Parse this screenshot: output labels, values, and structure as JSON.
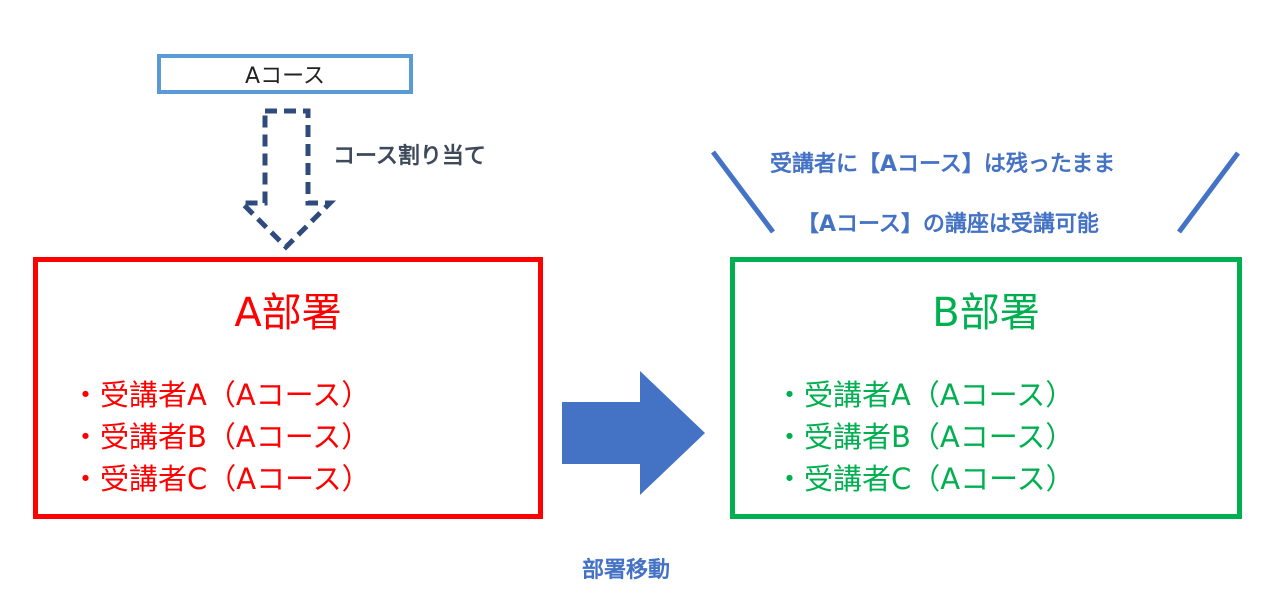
{
  "course_box": {
    "label": "Aコース"
  },
  "assign_label": "コース割り当て",
  "dept_a": {
    "title": "A部署",
    "members": [
      "・受講者A（Aコース）",
      "・受講者B（Aコース）",
      "・受講者C（Aコース）"
    ]
  },
  "dept_b": {
    "title": "B部署",
    "members": [
      "・受講者A（Aコース）",
      "・受講者B（Aコース）",
      "・受講者C（Aコース）"
    ]
  },
  "note": {
    "line1": "受講者に【Aコース】は残ったまま",
    "line2": "【Aコース】の講座は受講可能"
  },
  "move_label": "部署移動",
  "colors": {
    "course_border": "#5b9bd5",
    "dashed_arrow": "#2f4b7c",
    "dept_a": "#ff0000",
    "dept_b": "#00b050",
    "move_arrow": "#4472c4",
    "note_text": "#4472c4"
  }
}
